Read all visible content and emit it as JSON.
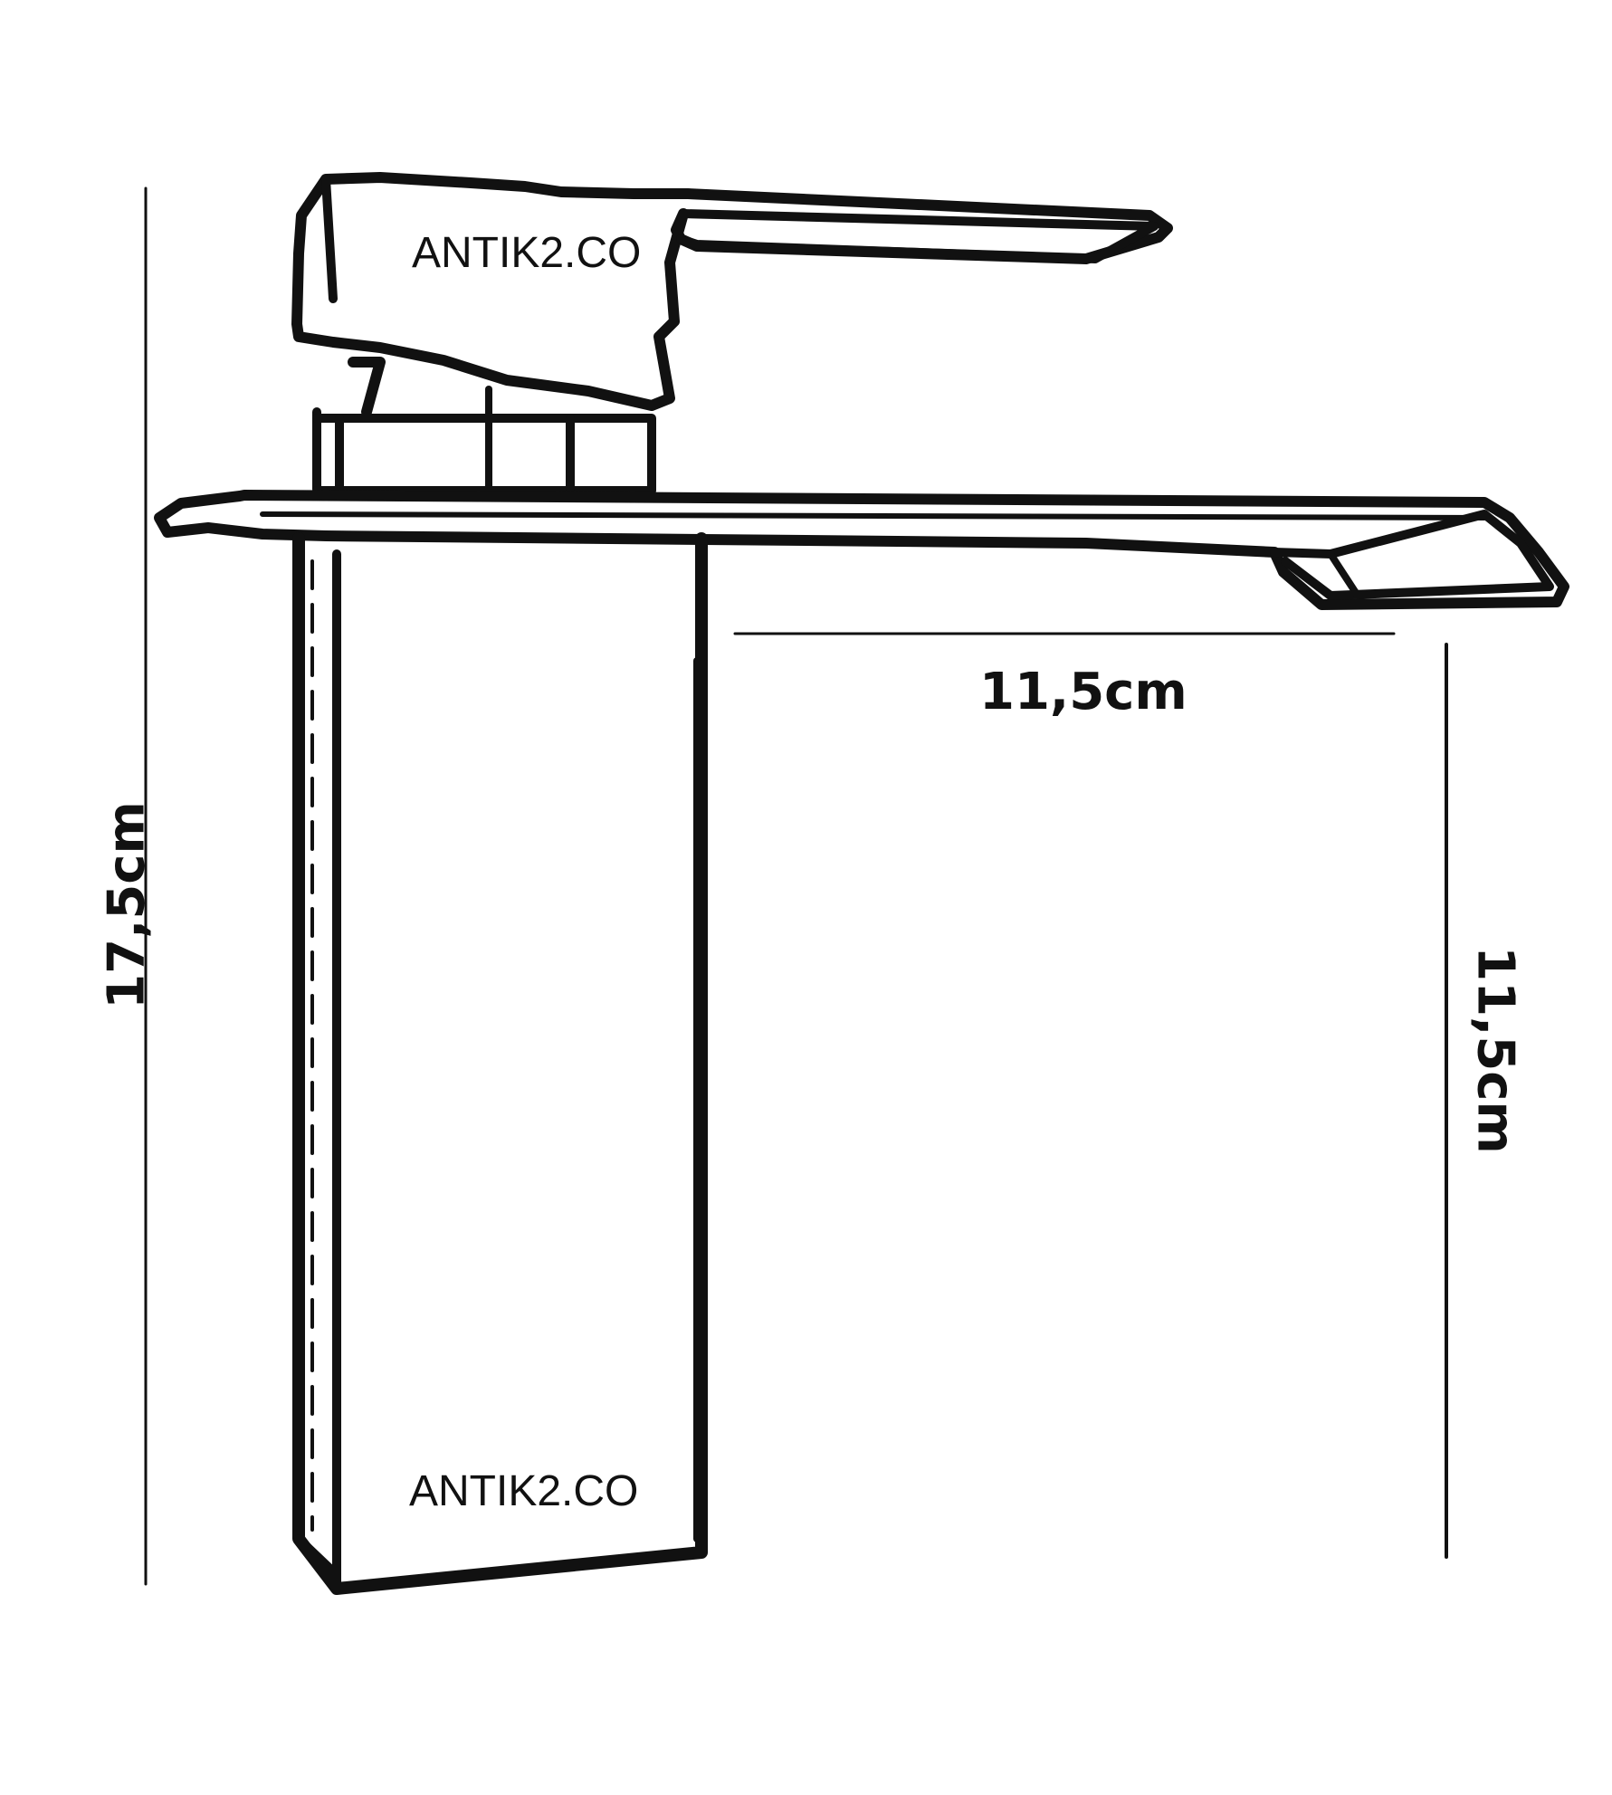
{
  "watermarks": {
    "top": "ANTIK2.CO",
    "bottom": "ANTIK2.CO"
  },
  "dimensions": {
    "total_height": "17,5cm",
    "spout_reach": "11,5cm",
    "spout_height": "11,5cm"
  },
  "colors": {
    "ink": "#111111",
    "background": "#ffffff"
  }
}
